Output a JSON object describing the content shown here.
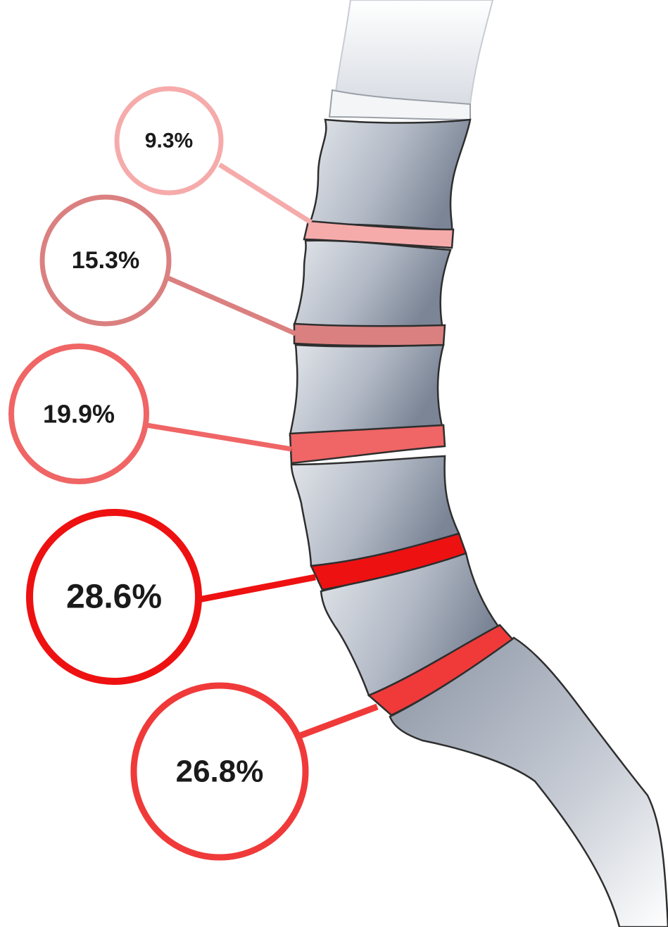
{
  "callouts": [
    {
      "label": "9.3%",
      "value": 9.3,
      "color": "#f6abab"
    },
    {
      "label": "15.3%",
      "value": 15.3,
      "color": "#db8080"
    },
    {
      "label": "19.9%",
      "value": 19.9,
      "color": "#f06565"
    },
    {
      "label": "28.6%",
      "value": 28.6,
      "color": "#ee1111"
    },
    {
      "label": "26.8%",
      "value": 26.8,
      "color": "#f03a3a"
    }
  ],
  "colors": {
    "bone_light": "#dfe2e8",
    "bone_dark": "#7d8798",
    "outline": "#2e2e2e"
  }
}
